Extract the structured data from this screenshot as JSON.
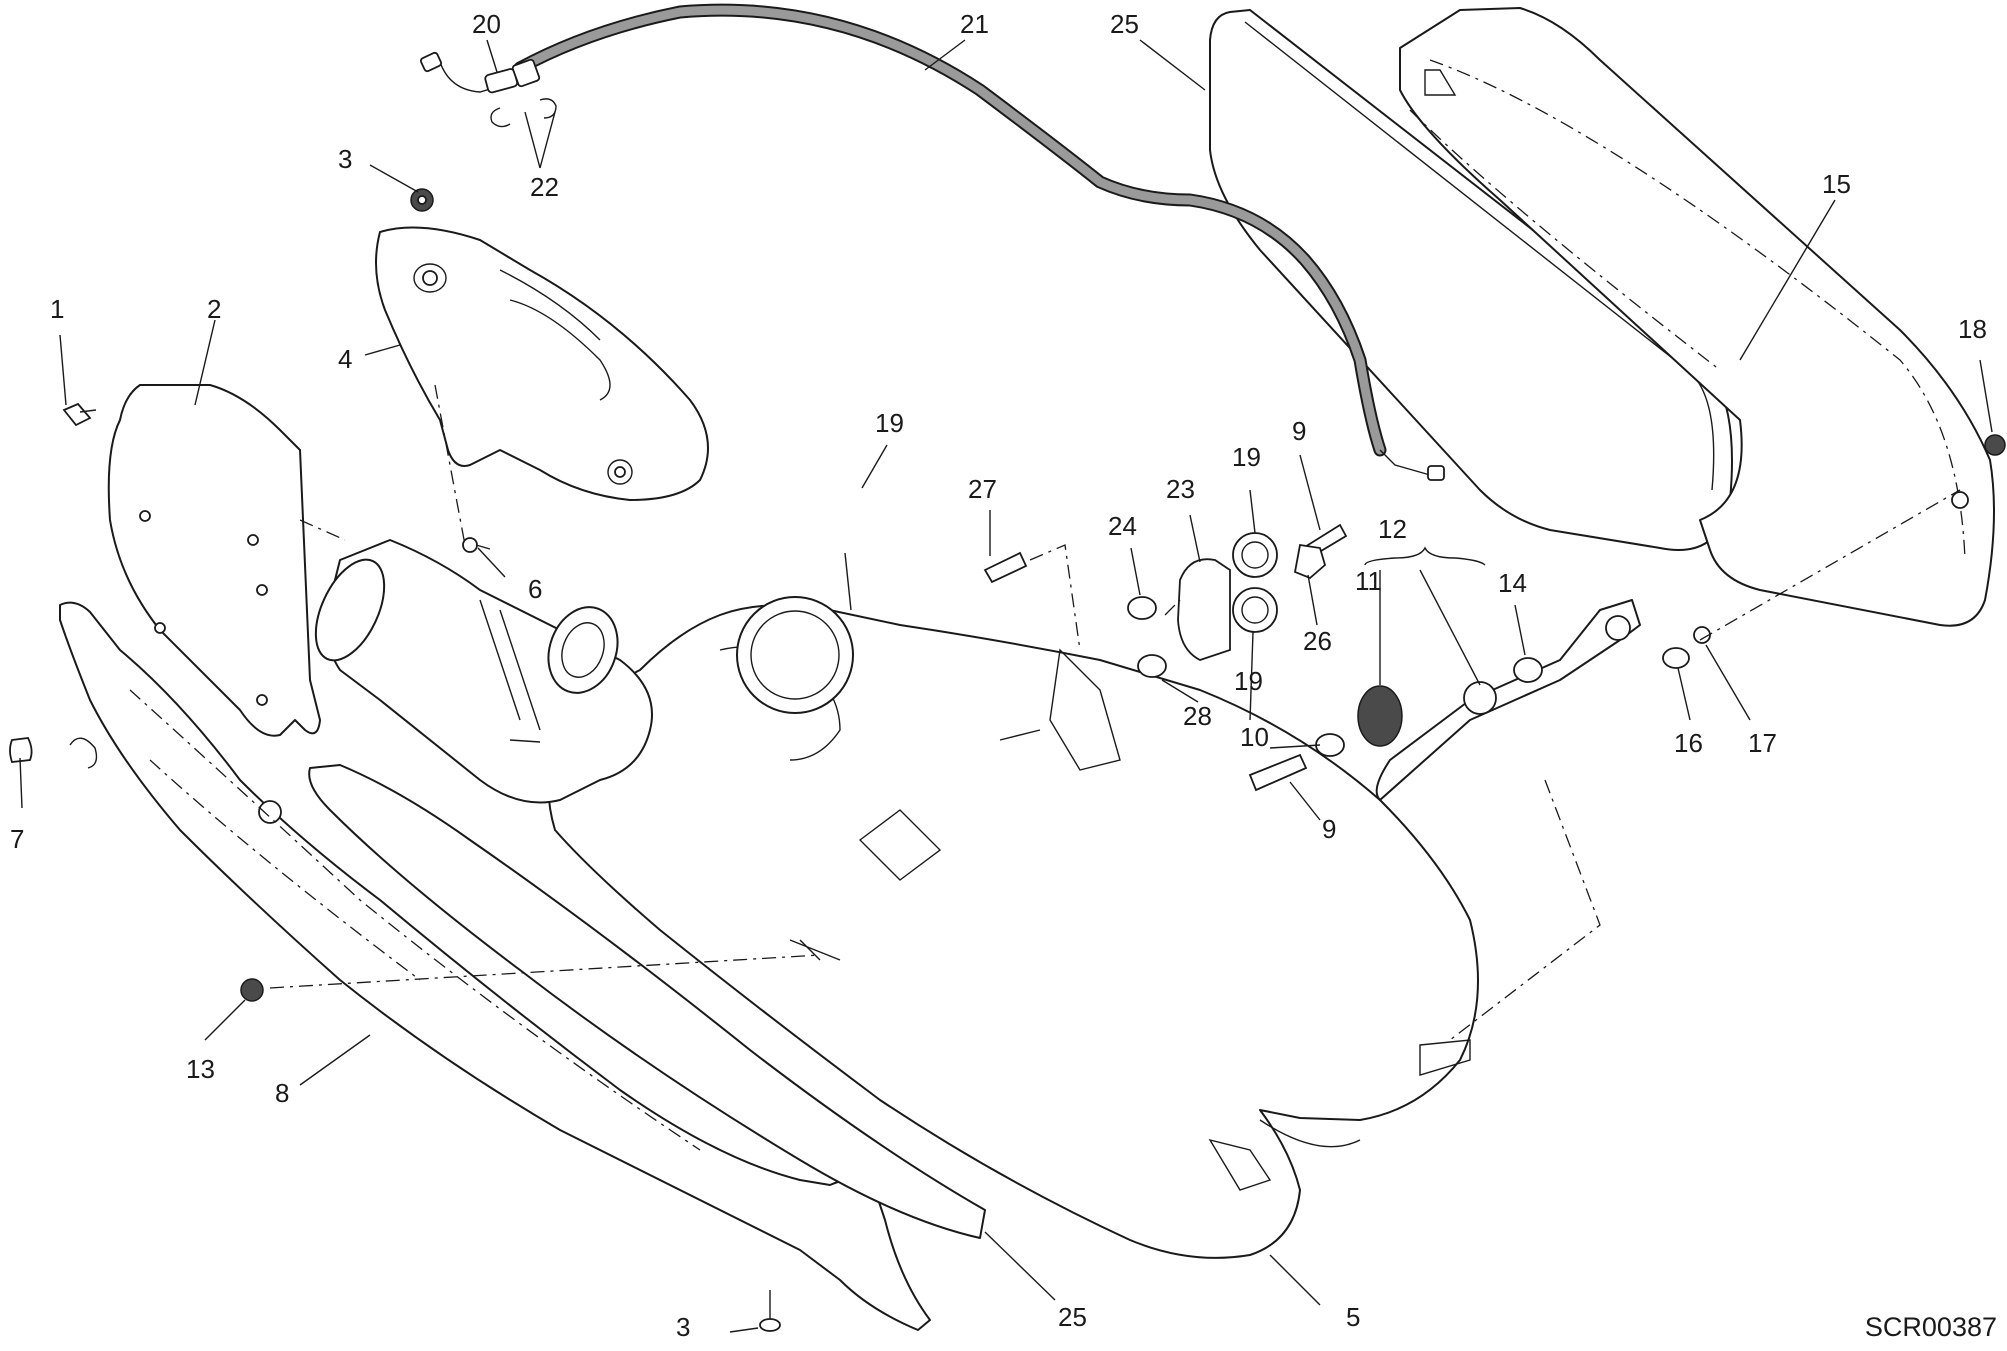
{
  "drawing_code": "SCR00387",
  "callouts": [
    "20",
    "21",
    "25",
    "3",
    "22",
    "1",
    "2",
    "4",
    "19",
    "27",
    "24",
    "23",
    "19",
    "9",
    "6",
    "12",
    "11",
    "14",
    "18",
    "15",
    "7",
    "26",
    "28",
    "19",
    "10",
    "9",
    "16",
    "17",
    "13",
    "8",
    "25",
    "3",
    "5"
  ]
}
